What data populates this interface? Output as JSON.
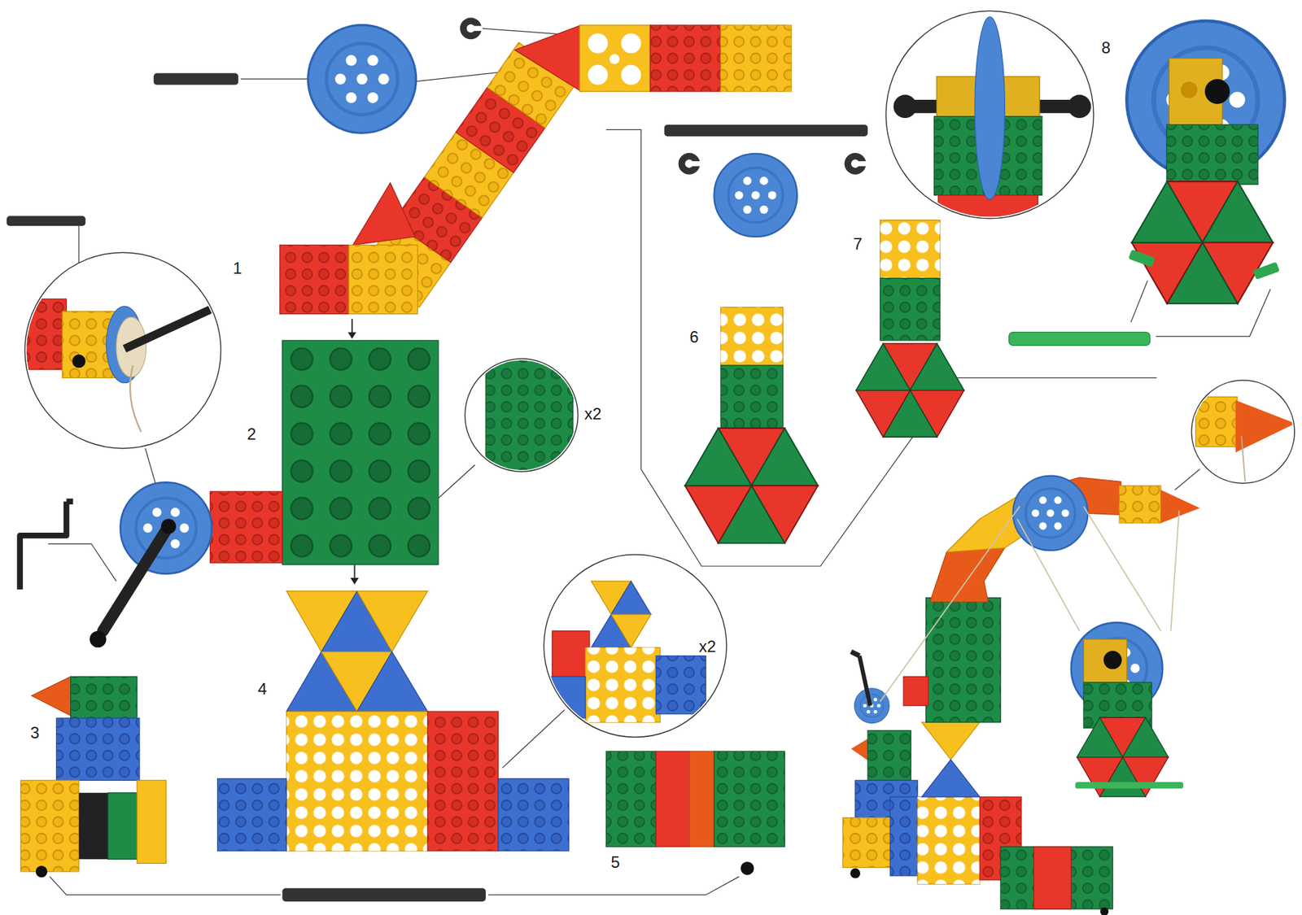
{
  "diagram": {
    "labels": [
      "1",
      "2",
      "x2",
      "3",
      "4",
      "x2",
      "5",
      "6",
      "7",
      "8"
    ]
  }
}
